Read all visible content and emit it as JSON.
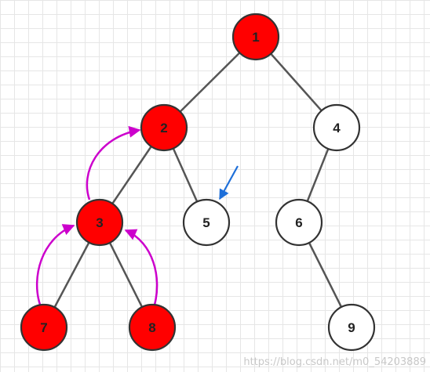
{
  "colors": {
    "visited": "#ff0000",
    "unvisited": "#ffffff",
    "stroke": "#333333",
    "edge": "#555555",
    "backtrack_arrow": "#cc00cc",
    "pointer_arrow": "#1e6fd9",
    "grid": "#e6e6e6"
  },
  "tree": {
    "nodes": [
      {
        "id": "1",
        "label": "1",
        "visited": true
      },
      {
        "id": "2",
        "label": "2",
        "visited": true
      },
      {
        "id": "3",
        "label": "3",
        "visited": true
      },
      {
        "id": "4",
        "label": "4",
        "visited": false
      },
      {
        "id": "5",
        "label": "5",
        "visited": false
      },
      {
        "id": "6",
        "label": "6",
        "visited": false
      },
      {
        "id": "7",
        "label": "7",
        "visited": true
      },
      {
        "id": "8",
        "label": "8",
        "visited": true
      },
      {
        "id": "9",
        "label": "9",
        "visited": false
      }
    ],
    "edges": [
      {
        "from": "1",
        "to": "2"
      },
      {
        "from": "1",
        "to": "4"
      },
      {
        "from": "2",
        "to": "3"
      },
      {
        "from": "2",
        "to": "5"
      },
      {
        "from": "4",
        "to": "6"
      },
      {
        "from": "3",
        "to": "7"
      },
      {
        "from": "3",
        "to": "8"
      },
      {
        "from": "6",
        "to": "9"
      }
    ],
    "backtrack_arrows": [
      {
        "from": "7",
        "to": "3"
      },
      {
        "from": "8",
        "to": "3"
      },
      {
        "from": "3",
        "to": "2"
      }
    ],
    "pointer_target": "5"
  },
  "watermark": "https://blog.csdn.net/m0_54203889"
}
